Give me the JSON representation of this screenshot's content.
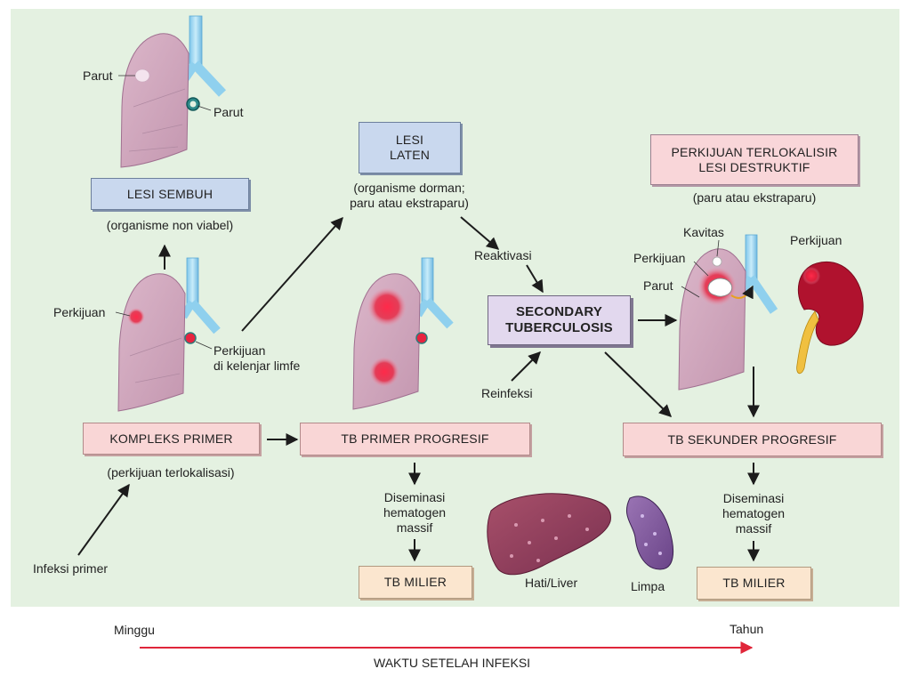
{
  "boxes": {
    "lesi_sembuh": "LESI SEMBUH",
    "lesi_laten": "LESI\nLATEN",
    "perkijuan_terlokalisir": "PERKIJUAN TERLOKALISIR\nLESI DESTRUKTIF",
    "secondary_tb": "SECONDARY\nTUBERCULOSIS",
    "kompleks_primer": "KOMPLEKS PRIMER",
    "tb_primer_progresif": "TB PRIMER PROGRESIF",
    "tb_sekunder_progresif": "TB SEKUNDER PROGRESIF",
    "tb_milier_left": "TB MILIER",
    "tb_milier_right": "TB MILIER"
  },
  "labels": {
    "parut_top_left": "Parut",
    "parut_top_right": "Parut",
    "organisme_non_viabel": "(organisme non viabel)",
    "organisme_dorman": "(organisme dorman;\nparu atau ekstraparu)",
    "paru_ekstraparu": "(paru atau ekstraparu)",
    "perkijuan_left": "Perkijuan",
    "perkijuan_kelenjar": "Perkijuan\ndi kelenjar limfe",
    "reaktivasi": "Reaktivasi",
    "reinfeksi": "Reinfeksi",
    "kavitas": "Kavitas",
    "perkijuan_right": "Perkijuan",
    "parut_right": "Parut",
    "perkijuan_kidney": "Perkijuan",
    "perkijuan_terlokalisasi": "(perkijuan terlokalisasi)",
    "diseminasi_left": "Diseminasi\nhematogen\nmassif",
    "diseminasi_right": "Diseminasi\nhematogen\nmassif",
    "infeksi_primer": "Infeksi primer",
    "hati_liver": "Hati/Liver",
    "limpa": "Limpa"
  },
  "timeline": {
    "start": "Minggu",
    "end": "Tahun",
    "title": "WAKTU SETELAH INFEKSI"
  },
  "colors": {
    "panel": "#e4f1e1",
    "lung": "#cfa6bd",
    "lesion": "#e8233f",
    "timeline_arrow": "#e0263a"
  }
}
